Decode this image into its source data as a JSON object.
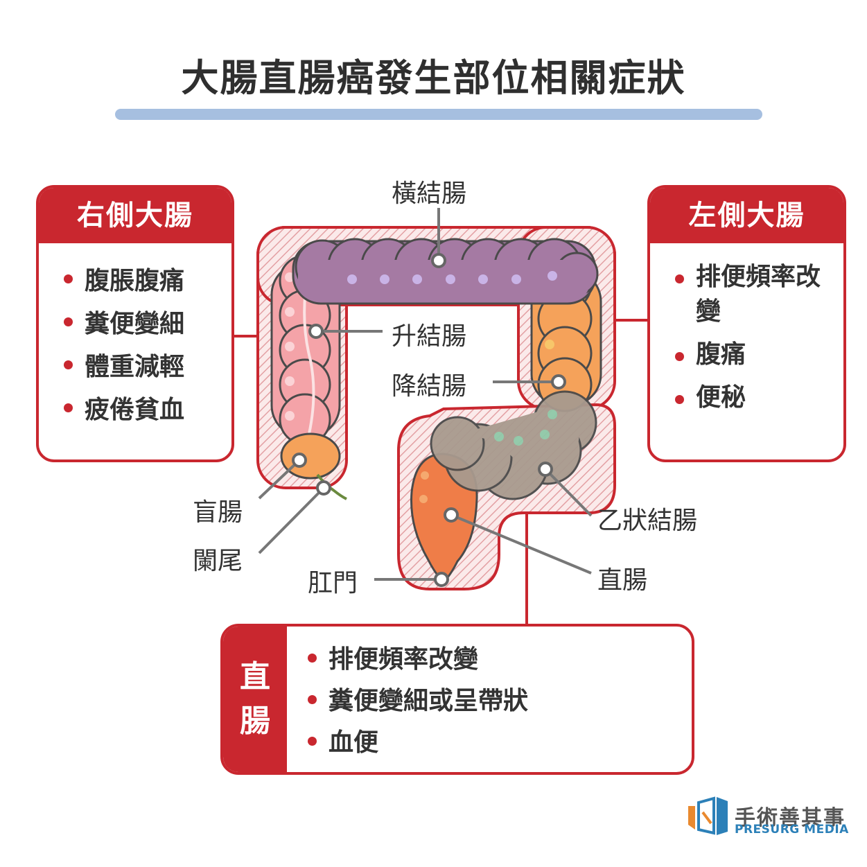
{
  "title": "大腸直腸癌發生部位相關症狀",
  "labels": {
    "transverse": "橫結腸",
    "ascending": "升結腸",
    "descending": "降結腸",
    "cecum": "盲腸",
    "appendix": "闌尾",
    "anus": "肛門",
    "sigmoid": "乙狀結腸",
    "rectum": "直腸"
  },
  "right_colon": {
    "heading": "右側大腸",
    "items": [
      "腹脹腹痛",
      "糞便變細",
      "體重減輕",
      "疲倦貧血"
    ]
  },
  "left_colon": {
    "heading": "左側大腸",
    "items": [
      "排便頻率改變",
      "腹痛",
      "便秘"
    ]
  },
  "rectum_box": {
    "heading_line1": "直",
    "heading_line2": "腸",
    "items": [
      "排便頻率改變",
      "糞便變細或呈帶狀",
      "血便"
    ]
  },
  "logo": {
    "name": "手術善其事",
    "subtitle": "PRESURG MEDIA"
  },
  "colors": {
    "accent_red": "#c9272f",
    "title_bar": "#a6bfe0",
    "transverse": "#a57aa3",
    "ascending": "#f4a3a8",
    "descending": "#f5a25a",
    "sigmoid": "#a89a8e",
    "rectum": "#ef7d48"
  }
}
